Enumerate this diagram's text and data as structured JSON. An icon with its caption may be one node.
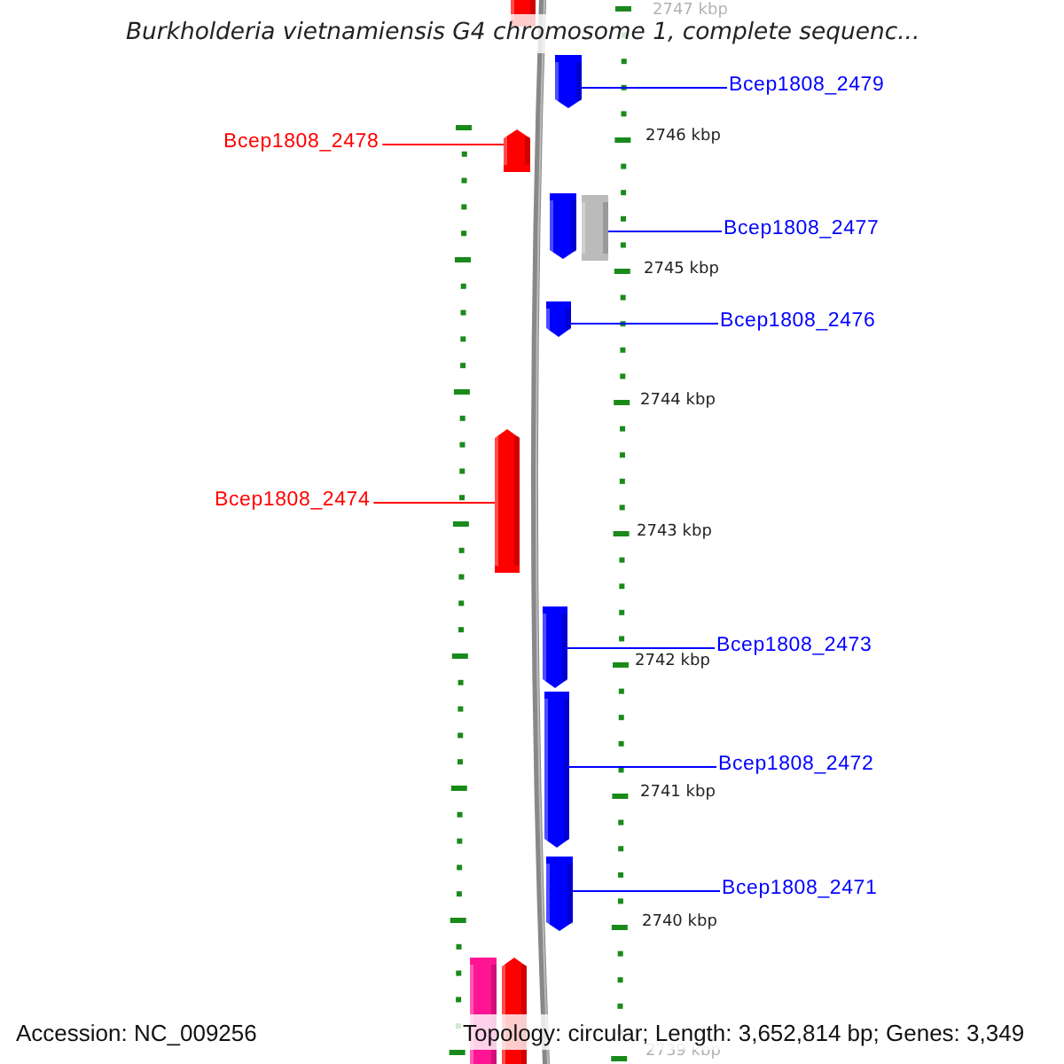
{
  "diagram": {
    "title": "Burkholderia vietnamiensis G4 chromosome 1, complete sequenc...",
    "nodes": [
      {
        "text": [
          "Bcep1808_2479"
        ]
      },
      {
        "text": [
          "Bcep1808_2478"
        ]
      },
      {
        "text": [
          "Bcep1808_2477"
        ]
      },
      {
        "text": [
          "Bcep1808_2476"
        ]
      },
      {
        "text": [
          "Bcep1808_2474"
        ]
      },
      {
        "text": [
          "Bcep1808_2473"
        ]
      },
      {
        "text": [
          "Bcep1808_2472"
        ]
      },
      {
        "text": [
          "Bcep1808_2471"
        ]
      },
      {
        "text": [],
        "shape": "pentagon"
      },
      {
        "text": [],
        "shape": "pentagon"
      },
      {
        "text": [],
        "shape": "pentagon"
      },
      {
        "text": [],
        "shape": "pentagon"
      },
      {
        "text": [],
        "shape": "bar"
      },
      {
        "text": [],
        "shape": "pentagon"
      },
      {
        "text": [],
        "shape": "pentagon"
      },
      {
        "text": [],
        "shape": "pentagon"
      },
      {
        "text": [],
        "shape": "pentagon"
      },
      {
        "text": [],
        "shape": "pentagon"
      },
      {
        "text": [],
        "shape": "bar"
      },
      {
        "text": [],
        "shape": "pentagon"
      }
    ],
    "edges": [
      {
        "from": 0,
        "to": 9,
        "arrow": "none"
      },
      {
        "from": 1,
        "to": 10,
        "arrow": "none",
        "color": "#ff0000"
      },
      {
        "from": 2,
        "to": 12,
        "arrow": "none"
      },
      {
        "from": 3,
        "to": 13,
        "arrow": "none"
      },
      {
        "from": 4,
        "to": 14,
        "arrow": "none",
        "color": "#ff0000"
      },
      {
        "from": 5,
        "to": 15,
        "arrow": "none"
      },
      {
        "from": 6,
        "to": 16,
        "arrow": "none"
      },
      {
        "from": 7,
        "to": 17,
        "arrow": "none"
      }
    ],
    "labels": [
      "2747 kbp",
      "2746 kbp",
      "2745 kbp",
      "2744 kbp",
      "2743 kbp",
      "2742 kbp",
      "2741 kbp",
      "2740 kbp",
      "2739 kbp",
      "Accession: NC_009256",
      "Topology: circular; Length: 3,652,814 bp; Genes: 3,349"
    ]
  }
}
